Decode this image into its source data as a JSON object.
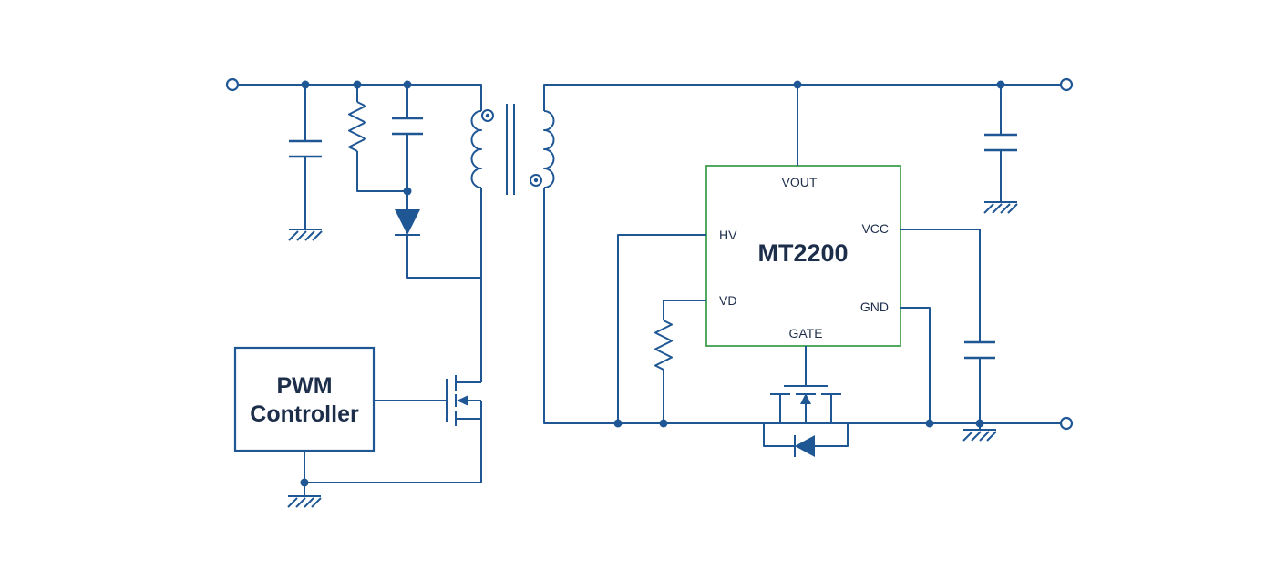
{
  "pwm_controller": {
    "lines": [
      "PWM",
      "Controller"
    ]
  },
  "ic": {
    "name": "MT2200",
    "pins": {
      "vout": "VOUT",
      "hv": "HV",
      "vd": "VD",
      "vcc": "VCC",
      "gnd": "GND",
      "gate": "GATE"
    }
  },
  "colors": {
    "wire": "#1f5795",
    "ic_border": "#3fa04e",
    "label": "#1c2e4a",
    "background": "#ffffff"
  }
}
